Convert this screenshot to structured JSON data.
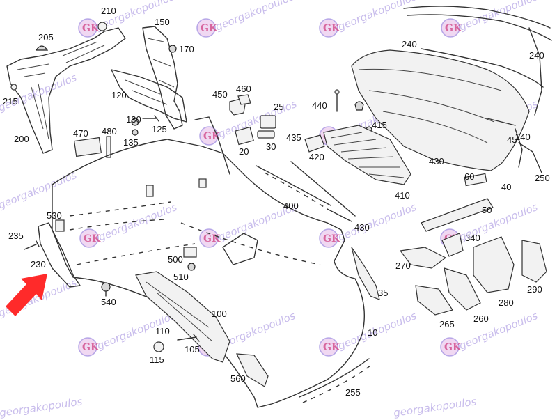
{
  "watermark": {
    "text": "georgakopoulos",
    "logo_initials": "GK"
  },
  "callouts": {
    "210": "210",
    "205": "205",
    "215": "215",
    "200": "200",
    "150": "150",
    "170": "170",
    "120": "120",
    "470": "470",
    "480": "480",
    "130": "130",
    "135": "135",
    "125": "125",
    "450": "450",
    "460": "460",
    "25": "25",
    "440": "440",
    "20": "20",
    "30": "30",
    "435": "435",
    "420": "420",
    "415": "415",
    "400": "400",
    "410": "410",
    "430a": "430",
    "430b": "430",
    "240a": "240",
    "240b": "240",
    "240c": "240",
    "45": "45",
    "250": "250",
    "60": "60",
    "40": "40",
    "50": "50",
    "530": "530",
    "235": "235",
    "230": "230",
    "540": "540",
    "500": "500",
    "510": "510",
    "100": "100",
    "110": "110",
    "105": "105",
    "115": "115",
    "560": "560",
    "255": "255",
    "10": "10",
    "35": "35",
    "340": "340",
    "270": "270",
    "280": "280",
    "290": "290",
    "265": "265",
    "260": "260"
  },
  "highlight_arrow": {
    "color": "#ff2a2a",
    "target_callout": "230"
  }
}
